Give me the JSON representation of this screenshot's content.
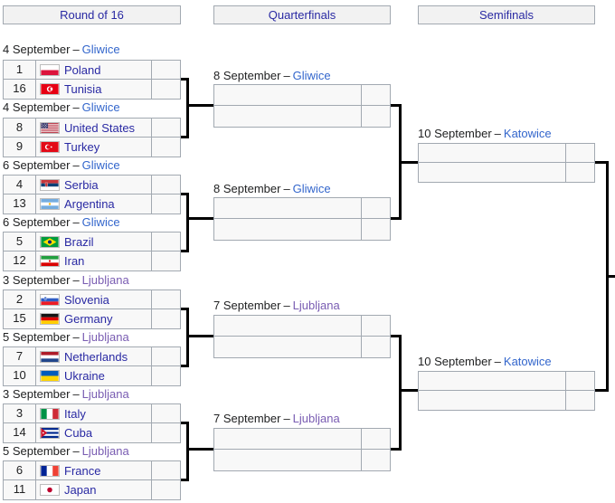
{
  "separator": "–",
  "headers": [
    "Round of 16",
    "Quarterfinals",
    "Semifinals"
  ],
  "colors": {
    "link_blue": "#3366cc",
    "visited_link_purple": "#795cb2",
    "team_link": "#2929a3",
    "header_text": "#2929a3",
    "cell_background": "#f8f8f8",
    "header_background": "#f2f2f2",
    "cell_border": "#a2a9b1",
    "bracket_line": "#000000",
    "date_text": "#202122"
  },
  "r16": {
    "matches": [
      {
        "date": "4 September",
        "city": "Gliwice",
        "top": {
          "seed": "1",
          "team": "Poland",
          "flag": "poland",
          "score": ""
        },
        "bottom": {
          "seed": "16",
          "team": "Tunisia",
          "flag": "tunisia",
          "score": ""
        }
      },
      {
        "date": "4 September",
        "city": "Gliwice",
        "top": {
          "seed": "8",
          "team": "United States",
          "flag": "united-states",
          "score": ""
        },
        "bottom": {
          "seed": "9",
          "team": "Turkey",
          "flag": "turkey",
          "score": ""
        }
      },
      {
        "date": "6 September",
        "city": "Gliwice",
        "top": {
          "seed": "4",
          "team": "Serbia",
          "flag": "serbia",
          "score": ""
        },
        "bottom": {
          "seed": "13",
          "team": "Argentina",
          "flag": "argentina",
          "score": ""
        }
      },
      {
        "date": "6 September",
        "city": "Gliwice",
        "top": {
          "seed": "5",
          "team": "Brazil",
          "flag": "brazil",
          "score": ""
        },
        "bottom": {
          "seed": "12",
          "team": "Iran",
          "flag": "iran",
          "score": ""
        }
      },
      {
        "date": "3 September",
        "city": "Ljubljana",
        "top": {
          "seed": "2",
          "team": "Slovenia",
          "flag": "slovenia",
          "score": ""
        },
        "bottom": {
          "seed": "15",
          "team": "Germany",
          "flag": "germany",
          "score": ""
        }
      },
      {
        "date": "5 September",
        "city": "Ljubljana",
        "top": {
          "seed": "7",
          "team": "Netherlands",
          "flag": "netherlands",
          "score": ""
        },
        "bottom": {
          "seed": "10",
          "team": "Ukraine",
          "flag": "ukraine",
          "score": ""
        }
      },
      {
        "date": "3 September",
        "city": "Ljubljana",
        "top": {
          "seed": "3",
          "team": "Italy",
          "flag": "italy",
          "score": ""
        },
        "bottom": {
          "seed": "14",
          "team": "Cuba",
          "flag": "cuba",
          "score": ""
        }
      },
      {
        "date": "5 September",
        "city": "Ljubljana",
        "top": {
          "seed": "6",
          "team": "France",
          "flag": "france",
          "score": ""
        },
        "bottom": {
          "seed": "11",
          "team": "Japan",
          "flag": "japan",
          "score": ""
        }
      }
    ]
  },
  "quarterfinals": {
    "matches": [
      {
        "date": "8 September",
        "city": "Gliwice",
        "top": {
          "team": "",
          "score": ""
        },
        "bottom": {
          "team": "",
          "score": ""
        }
      },
      {
        "date": "8 September",
        "city": "Gliwice",
        "top": {
          "team": "",
          "score": ""
        },
        "bottom": {
          "team": "",
          "score": ""
        }
      },
      {
        "date": "7 September",
        "city": "Ljubljana",
        "top": {
          "team": "",
          "score": ""
        },
        "bottom": {
          "team": "",
          "score": ""
        }
      },
      {
        "date": "7 September",
        "city": "Ljubljana",
        "top": {
          "team": "",
          "score": ""
        },
        "bottom": {
          "team": "",
          "score": ""
        }
      }
    ]
  },
  "semifinals": {
    "matches": [
      {
        "date": "10 September",
        "city": "Katowice",
        "top": {
          "team": "",
          "score": ""
        },
        "bottom": {
          "team": "",
          "score": ""
        }
      },
      {
        "date": "10 September",
        "city": "Katowice",
        "top": {
          "team": "",
          "score": ""
        },
        "bottom": {
          "team": "",
          "score": ""
        }
      }
    ]
  }
}
